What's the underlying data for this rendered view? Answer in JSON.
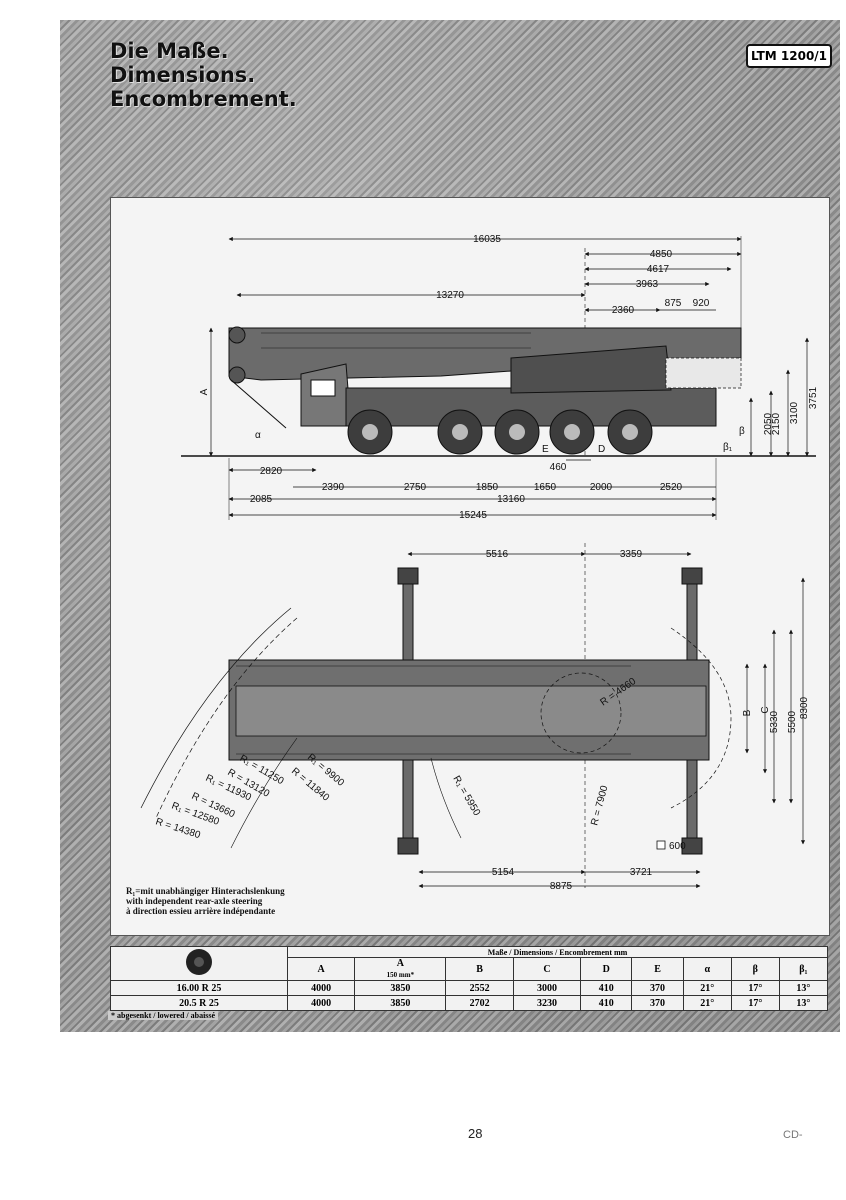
{
  "header": {
    "titles": [
      "Die Maße.",
      "Dimensions.",
      "Encombrement."
    ],
    "model": "LTM 1200/1"
  },
  "side_view": {
    "overall_dims": [
      "16035",
      "4850",
      "4617",
      "3963",
      "13270",
      "2360",
      "875",
      "920"
    ],
    "height_dims": [
      "2050",
      "2150",
      "3100",
      "3751"
    ],
    "height_labels": [
      "A",
      "α",
      "β",
      "β₁"
    ],
    "bottom_dims": [
      "2820",
      "2390",
      "2750",
      "1850",
      "1650",
      "2000",
      "2520",
      "460",
      "2085",
      "13160",
      "15245"
    ],
    "small_labels": [
      "E",
      "D"
    ]
  },
  "top_view": {
    "top_dims": [
      "5516",
      "3359"
    ],
    "bottom_dims": [
      "5154",
      "3721",
      "8875"
    ],
    "right_dims": [
      "5330",
      "5500",
      "8300"
    ],
    "right_labels": [
      "B",
      "C"
    ],
    "radii": [
      "R = 4660",
      "R₁ = 9900",
      "R = 11840",
      "R₁ = 11250",
      "R = 13120",
      "R₁ = 11930",
      "R = 13660",
      "R₁ = 12580",
      "R = 14380",
      "R₁ = 5950",
      "R = 7900"
    ],
    "outrigger_pad": "600"
  },
  "note_lines": [
    "R₁=mit unabhängiger Hinterachslenkung",
    "with independent rear-axle steering",
    "à direction essieu arrière indépendante"
  ],
  "table": {
    "group_header": "Maße / Dimensions / Encombrement mm",
    "columns": [
      "A",
      "A",
      "B",
      "C",
      "D",
      "E",
      "α",
      "β",
      "β₁"
    ],
    "sub_note": "150 mm*",
    "rows": [
      {
        "tire": "16.00 R 25",
        "values": [
          "4000",
          "3850",
          "2552",
          "3000",
          "410",
          "370",
          "21°",
          "17°",
          "13°"
        ]
      },
      {
        "tire": "20.5 R 25",
        "values": [
          "4000",
          "3850",
          "2702",
          "3230",
          "410",
          "370",
          "21°",
          "17°",
          "13°"
        ]
      }
    ]
  },
  "footnote": "* abgesenkt / lowered / abaissé",
  "page_number": "28",
  "corner_mark": "CD-"
}
